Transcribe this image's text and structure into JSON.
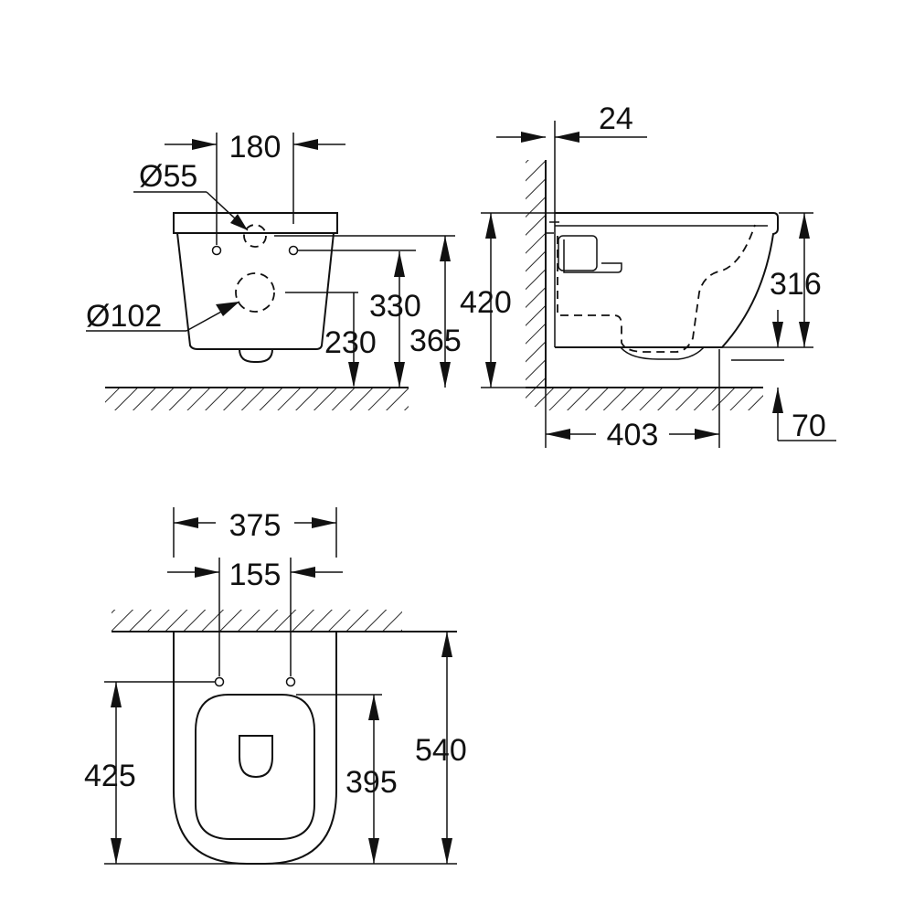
{
  "front_view": {
    "width_180": "180",
    "dia_55": "Ø55",
    "dia_102": "Ø102",
    "height_330": "330",
    "height_230": "230",
    "height_365": "365"
  },
  "side_view": {
    "offset_24": "24",
    "height_420": "420",
    "height_316": "316",
    "depth_403": "403",
    "height_70": "70"
  },
  "top_view": {
    "width_375": "375",
    "spacing_155": "155",
    "length_540": "540",
    "length_425": "425",
    "length_395": "395"
  }
}
